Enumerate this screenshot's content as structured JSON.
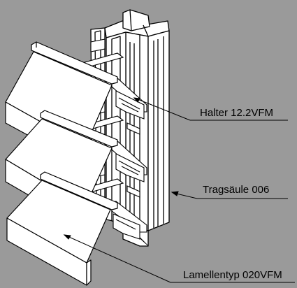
{
  "colors": {
    "background": "#9a9a9a",
    "fill": "#ffffff",
    "stroke": "#000000"
  },
  "labels": {
    "holder": "Halter 12.2VFM",
    "column": "Tragsäule 006",
    "lamella": "Lamellentyp 020VFM"
  }
}
